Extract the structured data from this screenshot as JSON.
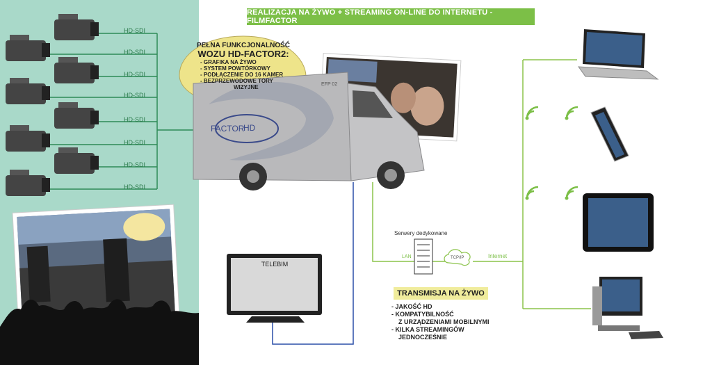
{
  "banner": {
    "title": "REALIZACJA NA ŻYWO + STREAMING ON-LINE DO INTERNETU  - FILMFACTOR"
  },
  "cameras": {
    "link_label": "HD-SDI",
    "links": [
      "HD-SDI",
      "HD-SDI",
      "HD-SDI",
      "HD-SDI",
      "HD-SDI",
      "HD-SDI",
      "HD-SDI",
      "HD-SDI"
    ]
  },
  "bubble": {
    "title": "PEŁNA FUNKCJONALNOŚĆ",
    "subtitle": "WOZU HD-FACTOR2:",
    "features": [
      "- GRAFIKA NA ŻYWO",
      "- SYSTEM POWTÓRKOWY",
      "- PODŁĄCZENIE DO 16 KAMER",
      "- BEZPRZEWODOWE TORY",
      "WIZYJNE"
    ]
  },
  "van": {
    "logo_text": "FACTOR",
    "logo_badge": "HD",
    "plate": "EFP 02"
  },
  "servers": {
    "label": "Serwery dedykowane",
    "lan": "LAN",
    "protocol": "TCP/IP",
    "internet": "Internet"
  },
  "telebim": {
    "label": "TELEBIM"
  },
  "transmission": {
    "title": "TRANSMISJA NA ŻYWO",
    "items": [
      "- JAKOŚĆ HD",
      "- KOMPATYBILNOŚĆ",
      "Z URZĄDZENIAMI MOBILNYMI",
      "- KILKA STREAMINGÓW",
      "JEDNOCZEŚNIE"
    ]
  },
  "colors": {
    "panel": "#a9d9c9",
    "line_green": "#8bc34a",
    "line_blue": "#2a4fa8",
    "banner": "#7cbf47",
    "bubble": "#eee48a"
  },
  "icons": [
    "camera-icon",
    "van-icon",
    "server-icon",
    "cloud-icon",
    "wifi-icon",
    "laptop-icon",
    "phone-icon",
    "tablet-icon",
    "desktop-icon",
    "tv-icon"
  ]
}
